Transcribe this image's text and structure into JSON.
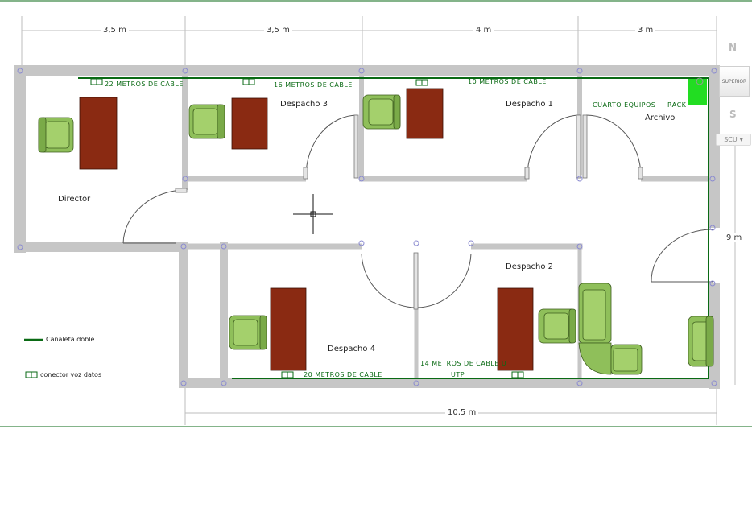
{
  "dimensions": {
    "top": [
      "3,5 m",
      "3,5 m",
      "4 m",
      "3 m"
    ],
    "bottom": "10,5 m",
    "right": "9 m"
  },
  "rooms": {
    "director": "Director",
    "despacho3": "Despacho 3",
    "despacho1": "Despacho 1",
    "despacho2": "Despacho 2",
    "despacho4": "Despacho 4",
    "cuarto_equipos": "CUARTO EQUIPOS",
    "rack": "RACK",
    "archivo": "Archivo"
  },
  "cables": {
    "c22": "22 METROS DE CABLE",
    "c16": "16 METROS DE CABLE",
    "c10": "10 METROS DE CABLE",
    "c20": "20 METROS DE CABLE",
    "c14_line1": "14 METROS DE CABLE U",
    "c14_line2": "UTP"
  },
  "legend": {
    "canaleta": "Canaleta doble",
    "conector": "conector voz datos"
  },
  "navigation": {
    "north": "N",
    "south": "S",
    "viewcube_face": "SUPERIOR",
    "ucs": "SCU"
  },
  "colors": {
    "wall": "#c6c6c6",
    "canaleta": "#0a6a14",
    "desk": "#8a2a12",
    "chair": "#8fbf5a",
    "rack": "#22dd22"
  }
}
